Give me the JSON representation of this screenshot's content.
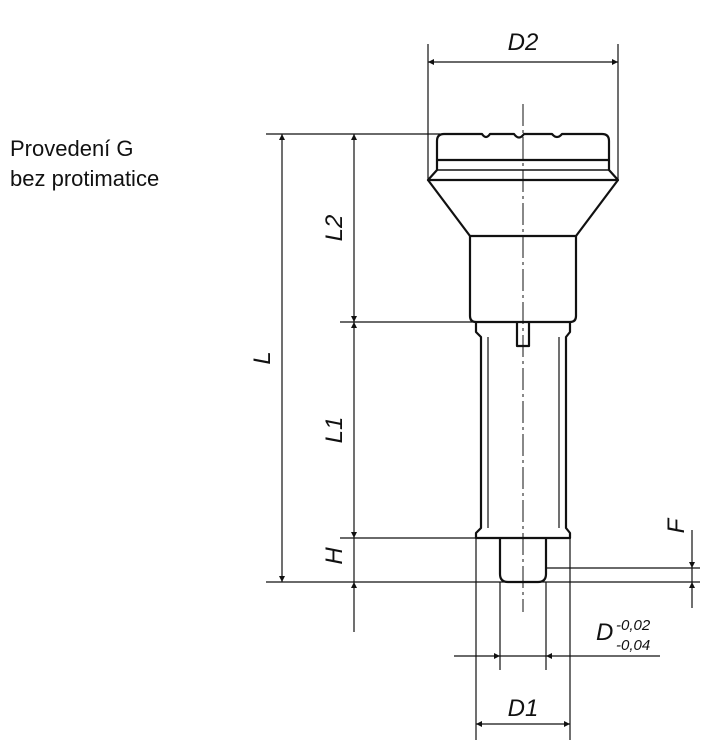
{
  "caption": {
    "line1": "Provedení G",
    "line2": "bez protimatice"
  },
  "dimensions": {
    "D2": "D2",
    "L": "L",
    "L2": "L2",
    "L1": "L1",
    "H": "H",
    "F": "F",
    "D": "D",
    "D_tol_upper": "-0,02",
    "D_tol_lower": "-0,04",
    "D1": "D1"
  }
}
